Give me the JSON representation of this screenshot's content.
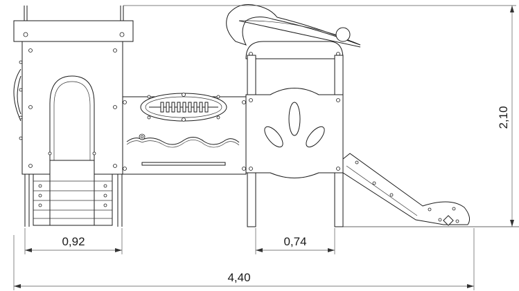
{
  "dimensions": {
    "width_left_tower": "0,92",
    "width_right_tower": "0,74",
    "total_length": "4,40",
    "total_height": "2,10"
  }
}
